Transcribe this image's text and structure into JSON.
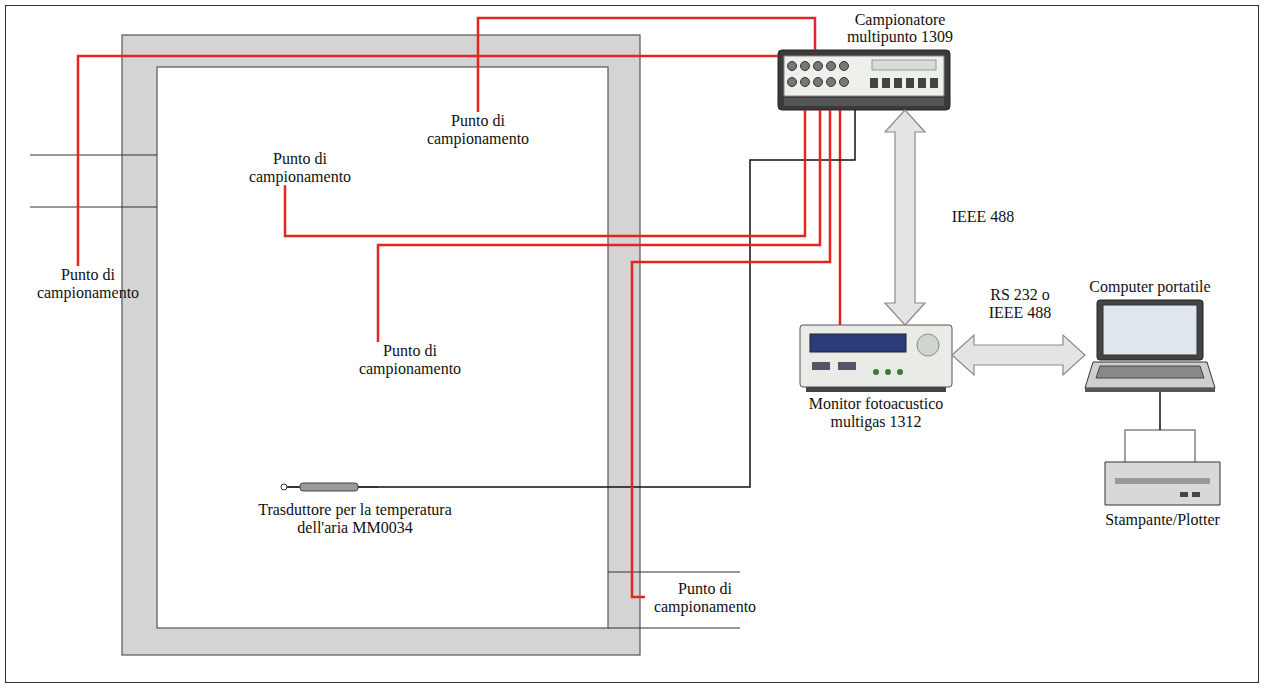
{
  "diagram": {
    "nodes": [
      {
        "text": [
          "Campionatore multipunto 1309"
        ]
      },
      {
        "text": [
          "Monitor fotoacustico multigas 1312"
        ]
      },
      {
        "text": [
          "Computer portatile"
        ]
      },
      {
        "text": [
          "Stampante/Plotter"
        ]
      },
      {
        "text": [
          "Trasduttore per la temperatura dell'aria MM0034"
        ]
      },
      {
        "text": [
          "Punto di campionamento"
        ]
      },
      {
        "text": [
          "Punto di campionamento"
        ]
      },
      {
        "text": [
          "Punto di campionamento"
        ]
      },
      {
        "text": [
          "Punto di campionamento"
        ]
      },
      {
        "text": [
          "Punto di campionamento"
        ]
      }
    ],
    "edges": [
      {
        "from": 0,
        "to": 1,
        "label": "IEEE 488",
        "arrow": "both"
      },
      {
        "from": 1,
        "to": 2,
        "label": "RS 232 o IEEE 488",
        "arrow": "both"
      },
      {
        "from": 2,
        "to": 3,
        "arrow": "none"
      },
      {
        "from": 0,
        "to": 1,
        "arrow": "none"
      },
      {
        "from": 4,
        "to": 0,
        "arrow": "none"
      },
      {
        "from": 5,
        "to": 0,
        "arrow": "none"
      },
      {
        "from": 6,
        "to": 0,
        "arrow": "none"
      },
      {
        "from": 7,
        "to": 0,
        "arrow": "none"
      },
      {
        "from": 8,
        "to": 0,
        "arrow": "none"
      },
      {
        "from": 9,
        "to": 0,
        "arrow": "none"
      }
    ]
  }
}
